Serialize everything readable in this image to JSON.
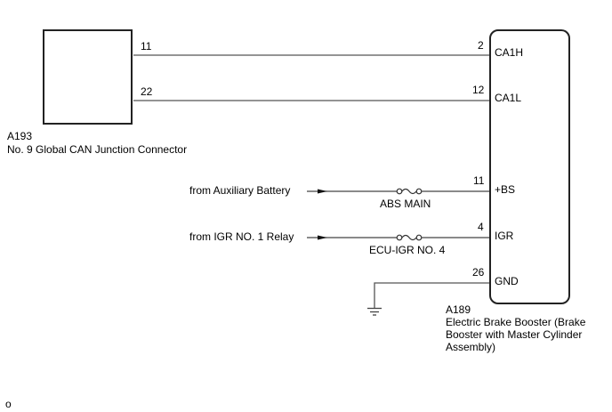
{
  "connector_a193": {
    "code": "A193",
    "name": "No. 9 Global CAN Junction Connector",
    "pins": [
      "11",
      "22"
    ]
  },
  "connector_a189": {
    "code": "A189",
    "name_lines": [
      "Electric Brake Booster (Brake",
      "Booster with Master Cylinder",
      "Assembly)"
    ],
    "terminals": [
      {
        "pin": "2",
        "label": "CA1H"
      },
      {
        "pin": "12",
        "label": "CA1L"
      },
      {
        "pin": "11",
        "label": "+BS"
      },
      {
        "pin": "4",
        "label": "IGR"
      },
      {
        "pin": "26",
        "label": "GND"
      }
    ]
  },
  "sources": [
    {
      "label": "from Auxiliary Battery",
      "fuse": "ABS MAIN"
    },
    {
      "label": "from IGR NO. 1 Relay",
      "fuse": "ECU-IGR NO. 4"
    }
  ],
  "footer_mark": "o"
}
